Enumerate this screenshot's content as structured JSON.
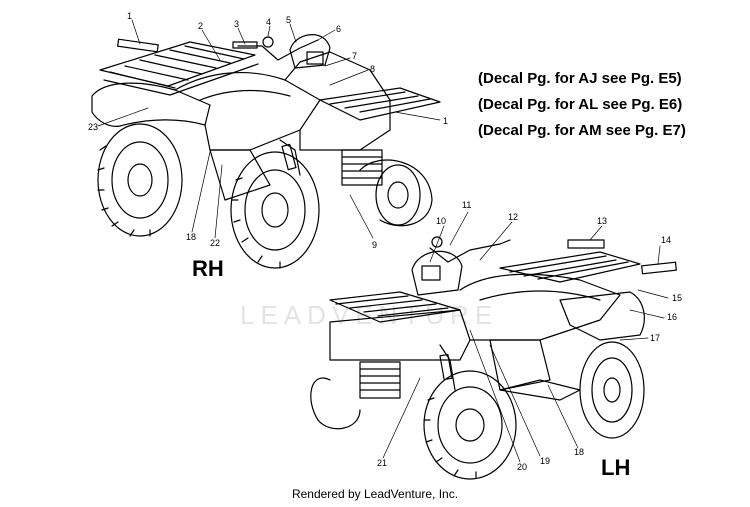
{
  "views": {
    "right_label": "RH",
    "left_label": "LH"
  },
  "reference_notes": [
    "(Decal Pg. for AJ see Pg. E5)",
    "(Decal Pg. for AL see Pg. E6)",
    "(Decal Pg. for AM see Pg. E7)"
  ],
  "callouts_rh": [
    "1",
    "2",
    "3",
    "4",
    "5",
    "6",
    "7",
    "8",
    "1",
    "23",
    "18",
    "22",
    "9"
  ],
  "callouts_lh": [
    "10",
    "11",
    "12",
    "13",
    "14",
    "15",
    "16",
    "17",
    "18",
    "19",
    "20",
    "21"
  ],
  "watermark": "LEADVENTURE",
  "footer": "Rendered by LeadVenture, Inc.",
  "colors": {
    "line": "#000000",
    "background": "#ffffff"
  }
}
